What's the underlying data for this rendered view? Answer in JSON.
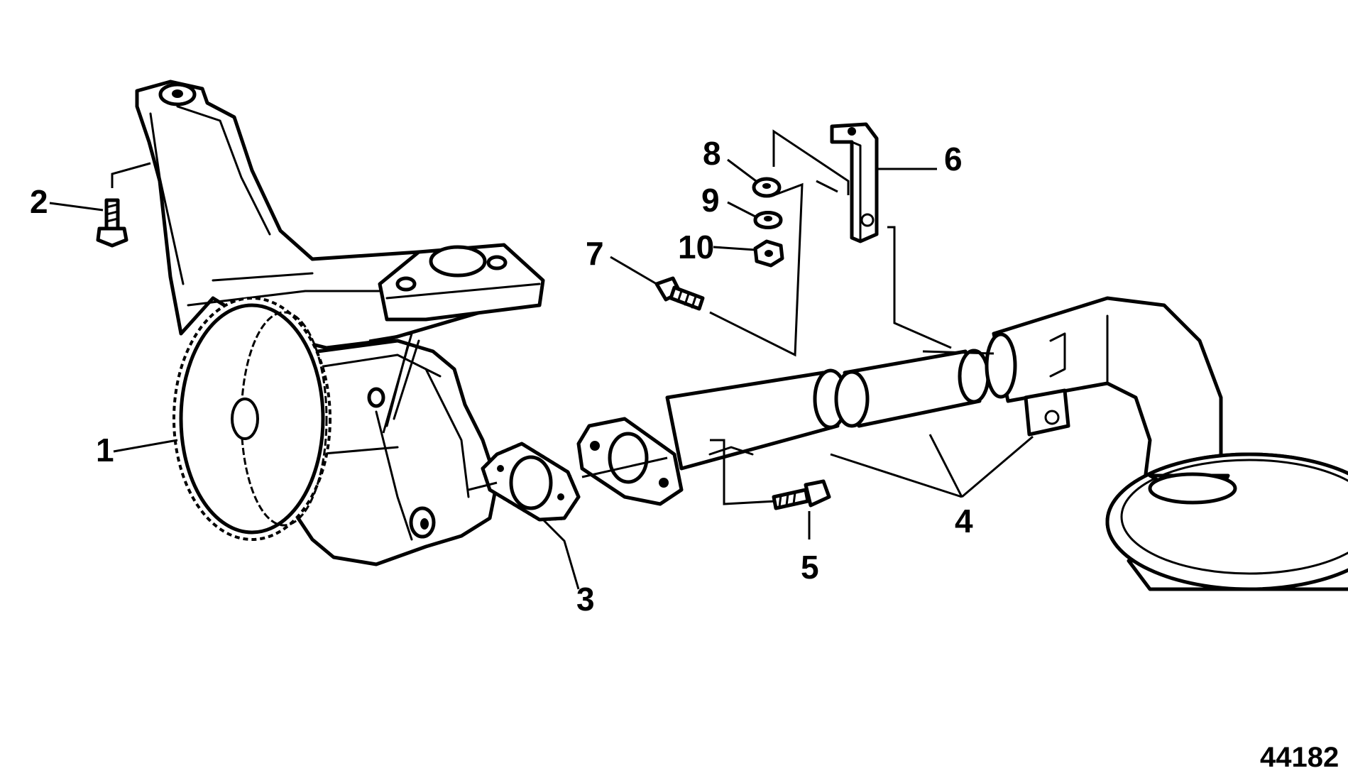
{
  "diagram": {
    "callouts": [
      {
        "id": "1",
        "label": "1"
      },
      {
        "id": "2",
        "label": "2"
      },
      {
        "id": "3",
        "label": "3"
      },
      {
        "id": "4",
        "label": "4"
      },
      {
        "id": "5",
        "label": "5"
      },
      {
        "id": "6",
        "label": "6"
      },
      {
        "id": "7",
        "label": "7"
      },
      {
        "id": "8",
        "label": "8"
      },
      {
        "id": "9",
        "label": "9"
      },
      {
        "id": "10",
        "label": "10"
      }
    ],
    "figure_number": "44182"
  }
}
